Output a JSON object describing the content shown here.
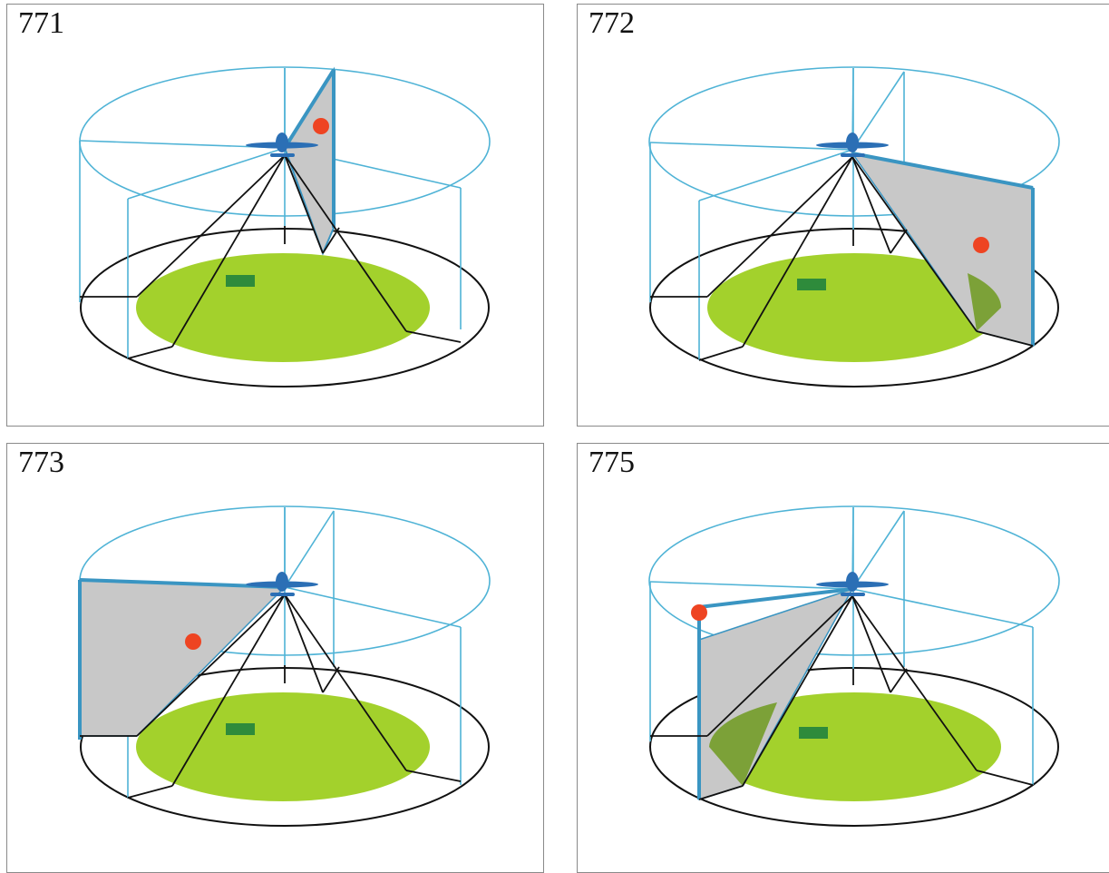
{
  "colors": {
    "cylinder_wire": "#4fb3d6",
    "ground_ring": "#111111",
    "green_zone": "#a3d12c",
    "green_zone_dark": "#6f9a1e",
    "target_marker": "#2e8b3b",
    "slice_fill": "#c8c8c8",
    "slice_edge": "#3a95c2",
    "frustum_lines": "#111111",
    "drone": "#2b6fb5",
    "red_point": "#ee4422"
  },
  "icons": [
    "drone-icon",
    "red-point-marker",
    "target-marker"
  ],
  "panels": [
    {
      "id": "771",
      "label": "771",
      "slice": "front-right-narrow",
      "red_dot": "upper-inside"
    },
    {
      "id": "772",
      "label": "772",
      "slice": "right",
      "red_dot": "right-mid"
    },
    {
      "id": "773",
      "label": "773",
      "slice": "left",
      "red_dot": "left-inside"
    },
    {
      "id": "775",
      "label": "775",
      "slice": "left-front",
      "red_dot": "left-top"
    }
  ]
}
